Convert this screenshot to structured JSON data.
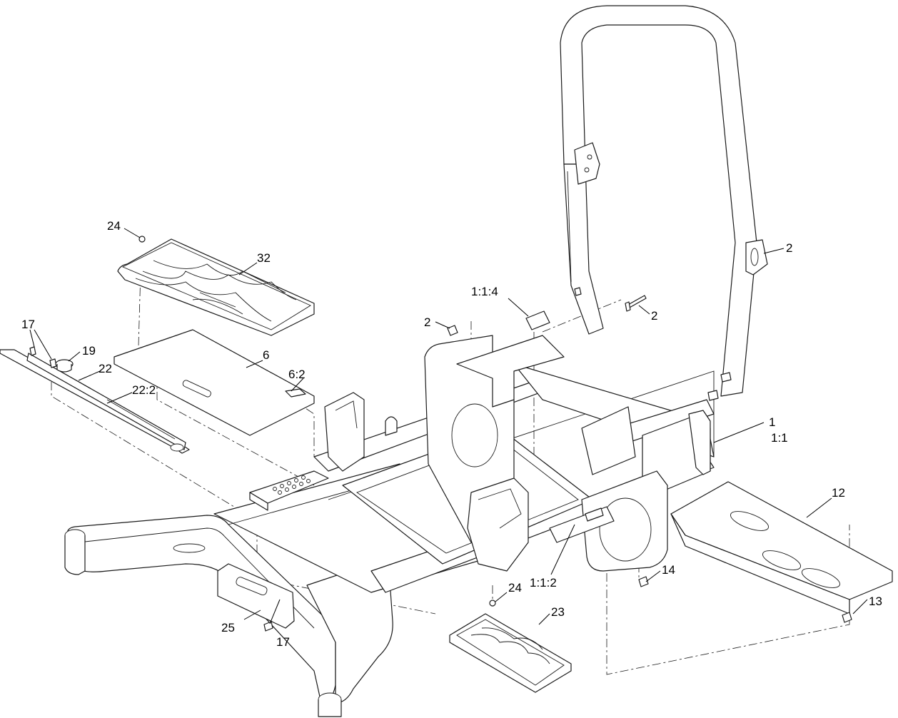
{
  "colors": {
    "line": "#1a1a1a",
    "background": "#ffffff"
  },
  "callouts": [
    {
      "id": "c-24-top",
      "text": "24"
    },
    {
      "id": "c-32",
      "text": "32"
    },
    {
      "id": "c-17-left",
      "text": "17"
    },
    {
      "id": "c-19",
      "text": "19"
    },
    {
      "id": "c-22",
      "text": "22"
    },
    {
      "id": "c-22-2",
      "text": "22:2"
    },
    {
      "id": "c-6",
      "text": "6"
    },
    {
      "id": "c-6-2",
      "text": "6:2"
    },
    {
      "id": "c-2-nut",
      "text": "2"
    },
    {
      "id": "c-1-1-4",
      "text": "1:1:4"
    },
    {
      "id": "c-2-bolt",
      "text": "2"
    },
    {
      "id": "c-2-rops",
      "text": "2"
    },
    {
      "id": "c-1",
      "text": "1"
    },
    {
      "id": "c-1-1",
      "text": "1:1"
    },
    {
      "id": "c-12",
      "text": "12"
    },
    {
      "id": "c-14",
      "text": "14"
    },
    {
      "id": "c-1-1-2",
      "text": "1:1:2"
    },
    {
      "id": "c-13",
      "text": "13"
    },
    {
      "id": "c-24-bot",
      "text": "24"
    },
    {
      "id": "c-23",
      "text": "23"
    },
    {
      "id": "c-25",
      "text": "25"
    },
    {
      "id": "c-17-bot",
      "text": "17"
    }
  ]
}
